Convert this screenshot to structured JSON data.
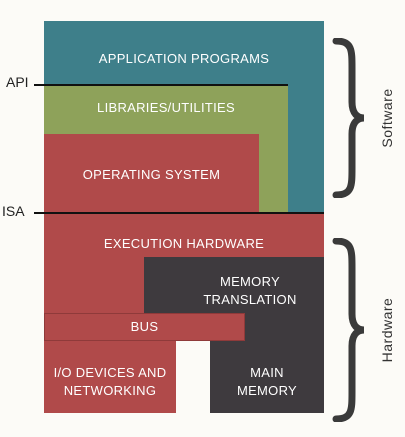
{
  "labels": {
    "application_programs": "APPLICATION PROGRAMS",
    "libraries_utilities": "LIBRARIES/UTILITIES",
    "operating_system": "OPERATING SYSTEM",
    "execution_hardware": "EXECUTION HARDWARE",
    "memory_translation_line1": "MEMORY",
    "memory_translation_line2": "TRANSLATION",
    "bus": "BUS",
    "io_devices_line1": "I/O DEVICES AND",
    "io_devices_line2": "NETWORKING",
    "main_memory_line1": "MAIN",
    "main_memory_line2": "MEMORY"
  },
  "interfaces": {
    "api": "API",
    "isa": "ISA"
  },
  "groups": {
    "software": "Software",
    "hardware": "Hardware"
  },
  "colors": {
    "application": "#3e7f8a",
    "libraries": "#8ea25a",
    "operating_system": "#b04a4a",
    "hardware_red": "#b04a4a",
    "dark": "#3e3a3e",
    "line": "#111111",
    "brace": "#3a3a3a"
  }
}
